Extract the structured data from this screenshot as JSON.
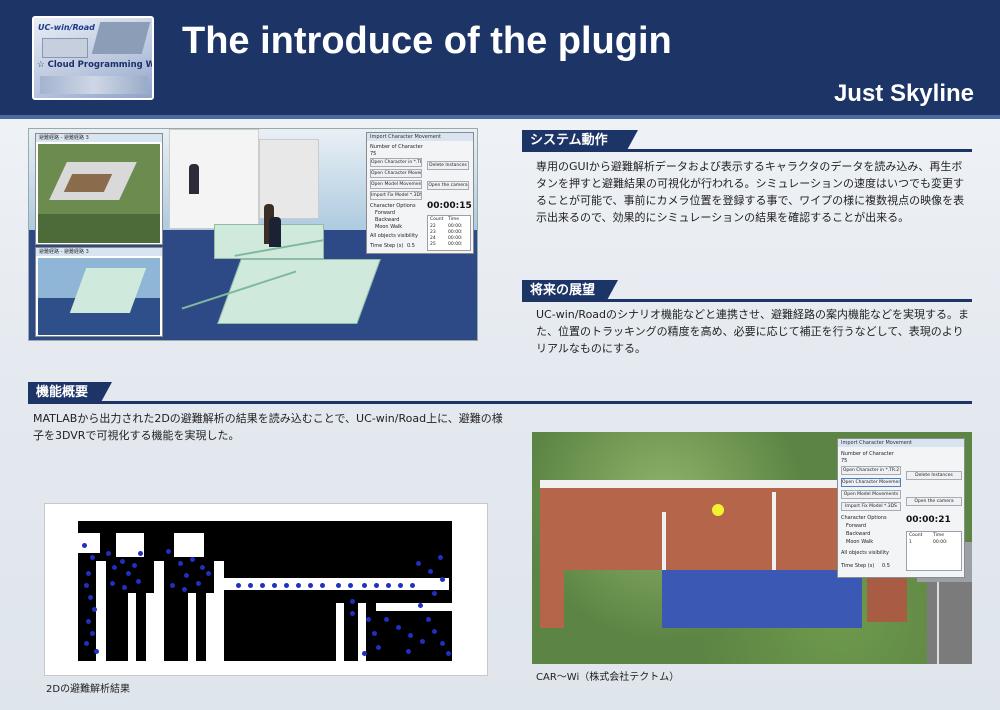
{
  "header": {
    "title": "The introduce of the plugin",
    "subtitle": "Just Skyline",
    "logo": {
      "top_text": "UC-win/Road",
      "name": "☆ Cloud Programming World Cup"
    }
  },
  "sections": {
    "system": {
      "heading": "システム動作",
      "body": "専用のGUIから避難解析データおよび表示するキャラクタのデータを読み込み、再生ボタンを押すと避難結果の可視化が行われる。シミュレーションの速度はいつでも変更することが可能で、事前にカメラ位置を登録する事で、ワイプの様に複数視点の映像を表示出来るので、効果的にシミュレーションの結果を確認することが出来る。"
    },
    "future": {
      "heading": "将来の展望",
      "body": "UC-win/Roadのシナリオ機能などと連携させ、避難経路の案内機能などを実現する。また、位置のトラッキングの精度を高め、必要に応じて補正を行うなどして、表現のよりリアルなものにする。"
    },
    "features": {
      "heading": "機能概要",
      "body": "MATLABから出力された2Dの避難解析の結果を読み込むことで、UC-win/Road上に、避難の様子を3DVRで可視化する機能を実現した。"
    }
  },
  "captions": {
    "result2d": "2Dの避難解析結果",
    "credit": "CAR〜Wi（株式会社テクトム）"
  },
  "dialog": {
    "title": "Import Character Movement",
    "number_label": "Number of Character",
    "number_value": "75",
    "btn_open_character": "Open Character in *.TR.2",
    "btn_open_movements": "Open Character Movements",
    "btn_open_model": "Open Model Movements",
    "btn_import_fix": "Import Fix Model *.3DS",
    "btn_delete": "Delete Instances",
    "btn_open_camera": "Open the camera",
    "options_label": "Character Options",
    "opt_forward": "Forward",
    "opt_backward": "Backward",
    "opt_moonwalk": "Moon Walk",
    "opt_visibility": "All objects visibility",
    "time_step_label": "Time Step (s)",
    "time_step_value": "0.5",
    "timer_1": "00:00:15",
    "timer_2": "00:00:21",
    "col_count": "Count",
    "col_time": "Time",
    "rows_1": [
      [
        "22",
        "00:00:"
      ],
      [
        "23",
        "00:00:"
      ],
      [
        "24",
        "00:00:"
      ],
      [
        "25",
        "00:00:"
      ]
    ],
    "rows_2": [
      [
        "1",
        "00:00:"
      ]
    ]
  },
  "wipe_titles": {
    "wipe_1": "避難経路 - 避難経路 3",
    "wipe_2": "避難経路 - 避難経路 3"
  },
  "colors": {
    "navy": "#1c3466",
    "agent_blue": "#1f2fbf"
  }
}
